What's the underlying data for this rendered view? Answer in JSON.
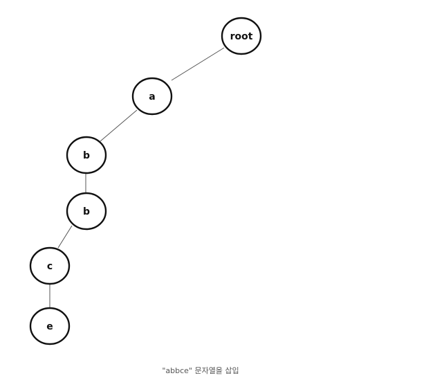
{
  "diagram": {
    "nodes": [
      {
        "id": "root",
        "label": "root"
      },
      {
        "id": "a",
        "label": "a"
      },
      {
        "id": "b1",
        "label": "b"
      },
      {
        "id": "b2",
        "label": "b"
      },
      {
        "id": "c",
        "label": "c"
      },
      {
        "id": "e",
        "label": "e"
      }
    ],
    "edges": [
      [
        "root",
        "a"
      ],
      [
        "a",
        "b1"
      ],
      [
        "b1",
        "b2"
      ],
      [
        "b2",
        "c"
      ],
      [
        "c",
        "e"
      ]
    ]
  },
  "caption": "\"abbce\" 문자열을 삽입"
}
